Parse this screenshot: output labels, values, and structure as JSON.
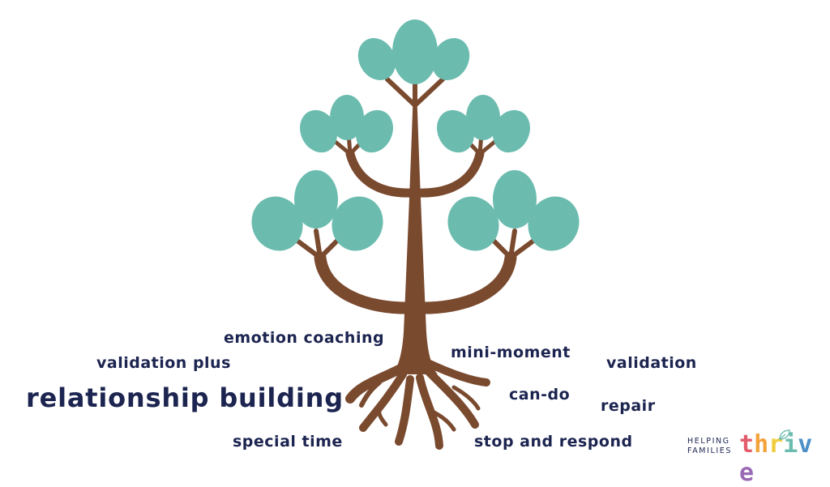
{
  "colors": {
    "trunk": "#7a4a2f",
    "leaf": "#6bbcaf",
    "text": "#1c2450",
    "logo_letters": [
      "#e25c6b",
      "#f4a23a",
      "#f1cc3a",
      "#6bbcaf",
      "#4d8fc7",
      "#9a69b4"
    ],
    "logo_leaf": "#6bbcaf"
  },
  "labels": {
    "emotion_coaching": "emotion coaching",
    "validation_plus": "validation plus",
    "relationship_building": "relationship building",
    "special_time": "special time",
    "mini_moment": "mini-moment",
    "validation": "validation",
    "can_do": "can-do",
    "repair": "repair",
    "stop_and_respond": "stop and respond"
  },
  "logo": {
    "line1": "HELPING",
    "line2": "FAMILIES",
    "letters": [
      "t",
      "h",
      "r",
      "i",
      "v",
      "e"
    ],
    "leaf_icon": "leaf-icon"
  }
}
